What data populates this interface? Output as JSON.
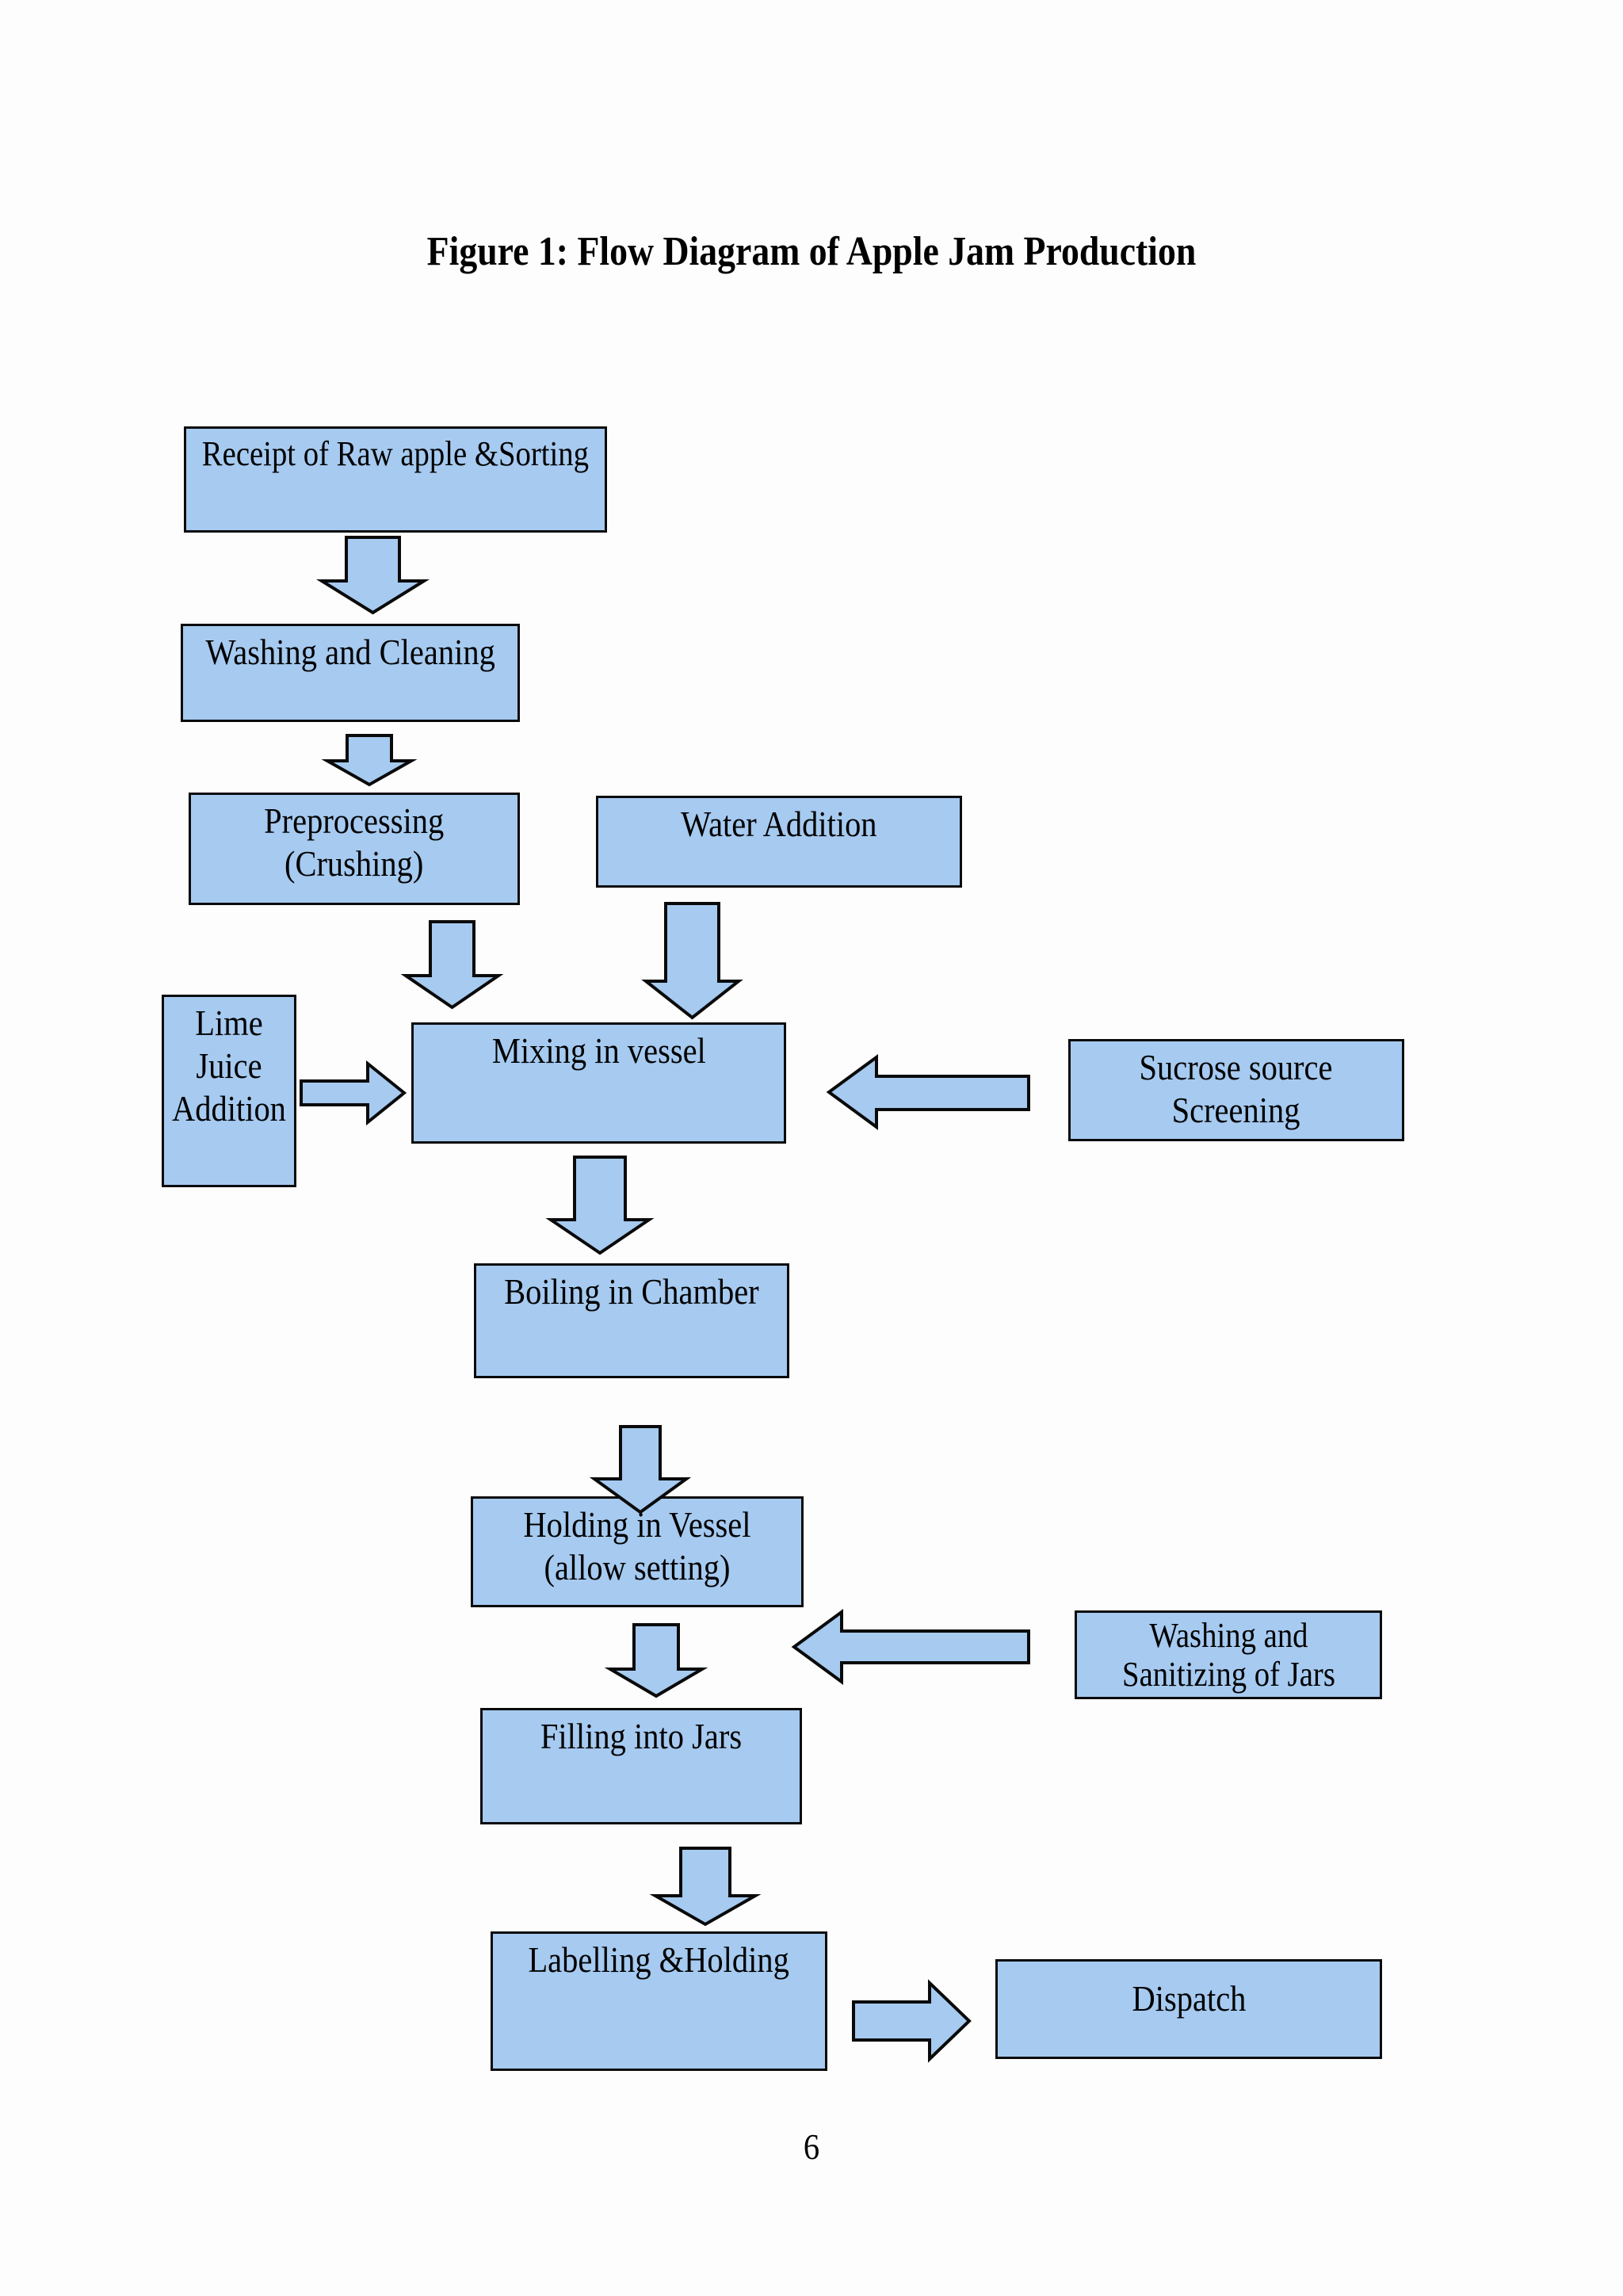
{
  "page": {
    "title": "Figure 1: Flow Diagram of Apple Jam Production",
    "page_number": "6"
  },
  "colors": {
    "box_fill": "#A6CAF0",
    "box_border": "#0A0A0A",
    "text": "#000000",
    "background": "#FDFDFD"
  },
  "diagram": {
    "type": "flowchart",
    "nodes": [
      {
        "id": "receipt",
        "label": "Receipt of Raw apple &Sorting"
      },
      {
        "id": "washing",
        "label": "Washing and Cleaning"
      },
      {
        "id": "preprocessing",
        "label": "Preprocessing\n(Crushing)"
      },
      {
        "id": "water",
        "label": "Water Addition"
      },
      {
        "id": "lime",
        "label": "Lime\nJuice\nAddition"
      },
      {
        "id": "mixing",
        "label": "Mixing in vessel"
      },
      {
        "id": "sucrose",
        "label": "Sucrose source\nScreening"
      },
      {
        "id": "boiling",
        "label": "Boiling in Chamber"
      },
      {
        "id": "holding",
        "label": "Holding in Vessel\n(allow setting)"
      },
      {
        "id": "washjars",
        "label": "Washing and\nSanitizing of Jars"
      },
      {
        "id": "filling",
        "label": "Filling into Jars"
      },
      {
        "id": "labelling",
        "label": "Labelling &Holding"
      },
      {
        "id": "dispatch",
        "label": "Dispatch"
      }
    ],
    "edges": [
      {
        "from": "receipt",
        "to": "washing",
        "direction": "down"
      },
      {
        "from": "washing",
        "to": "preprocessing",
        "direction": "down"
      },
      {
        "from": "preprocessing",
        "to": "mixing",
        "direction": "down"
      },
      {
        "from": "water",
        "to": "mixing",
        "direction": "down"
      },
      {
        "from": "lime",
        "to": "mixing",
        "direction": "right"
      },
      {
        "from": "sucrose",
        "to": "mixing",
        "direction": "left"
      },
      {
        "from": "mixing",
        "to": "boiling",
        "direction": "down"
      },
      {
        "from": "boiling",
        "to": "holding",
        "direction": "down"
      },
      {
        "from": "holding",
        "to": "filling",
        "direction": "down"
      },
      {
        "from": "washjars",
        "to": "filling",
        "direction": "left"
      },
      {
        "from": "filling",
        "to": "labelling",
        "direction": "down"
      },
      {
        "from": "labelling",
        "to": "dispatch",
        "direction": "right"
      }
    ]
  }
}
